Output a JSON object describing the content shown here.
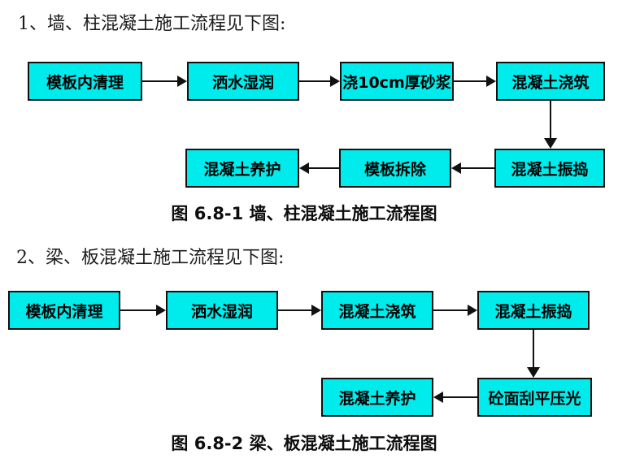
{
  "document": {
    "colors": {
      "box_fill": "#00ECEC",
      "box_border": "#111111",
      "arrow": "#111111",
      "text": "#000000",
      "background": "#ffffff"
    },
    "sections": [
      {
        "heading": "1、墙、柱混凝土施工流程见下图:",
        "caption": "图 6.8-1 墙、柱混凝土施工流程图",
        "nodes": [
          "模板内清理",
          "洒水湿润",
          "浇10cm厚砂浆",
          "混凝土浇筑",
          "混凝土振捣",
          "模板拆除",
          "混凝土养护"
        ]
      },
      {
        "heading": "2、梁、板混凝土施工流程见下图:",
        "caption": "图 6.8-2 梁、板混凝土施工流程图",
        "nodes": [
          "模板内清理",
          "洒水湿润",
          "混凝土浇筑",
          "混凝土振捣",
          "砼面刮平压光",
          "混凝土养护"
        ]
      }
    ]
  }
}
